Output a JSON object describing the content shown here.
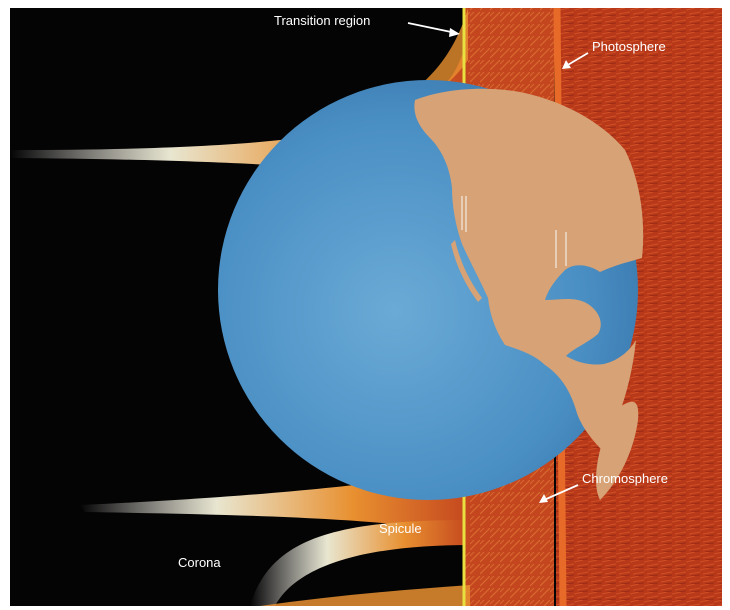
{
  "labels": {
    "transition_region": "Transition region",
    "photosphere": "Photosphere",
    "chromosphere": "Chromosphere",
    "spicule": "Spicule",
    "corona": "Corona"
  },
  "colors": {
    "corona": "#050404",
    "chromosphere": "#c8481c",
    "photosphere": "#c23a1c",
    "transition_line": "#e8e040",
    "photosphere_line": "#e86a28",
    "ocean": "#4f93c6",
    "land": "#d6a276"
  }
}
